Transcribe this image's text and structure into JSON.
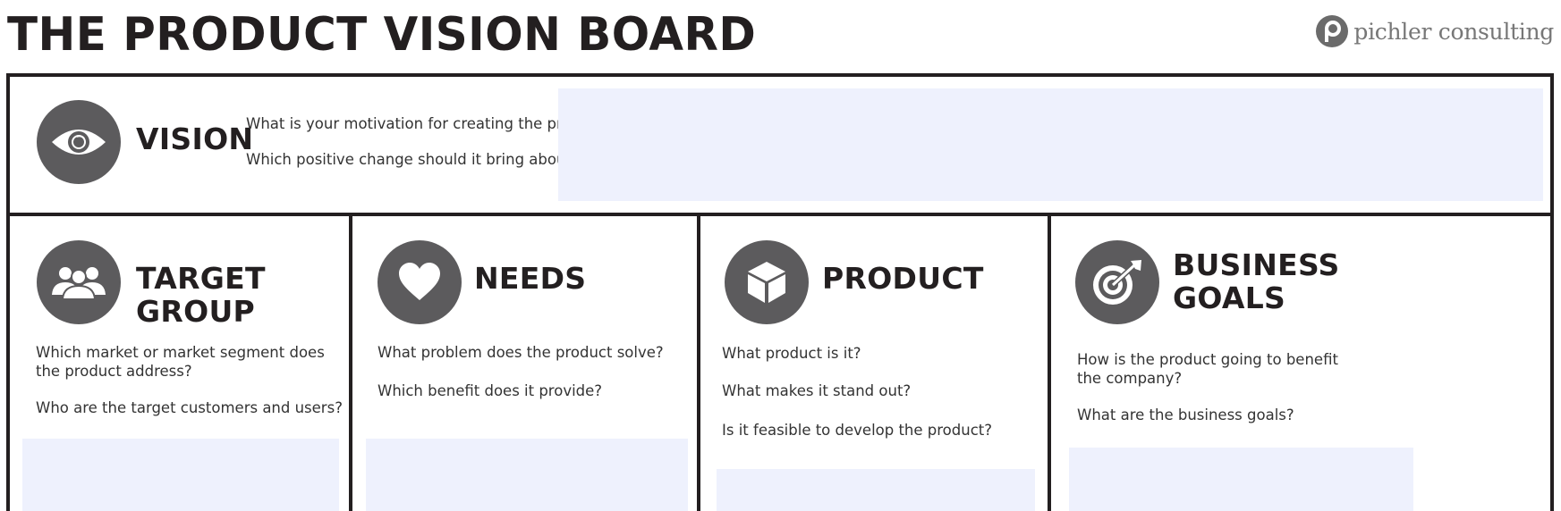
{
  "title": "THE PRODUCT VISION BOARD",
  "logo": {
    "text": "pichler consulting",
    "color": "#777777"
  },
  "colors": {
    "border": "#231f20",
    "icon_bg": "#5c5b5d",
    "answer_bg": "#eef1fd"
  },
  "vision": {
    "icon": "eye-icon",
    "title": "VISION",
    "questions": [
      "What is your motivation for creating the product?",
      "Which positive change should it bring about?"
    ]
  },
  "target_group": {
    "icon": "people-icon",
    "title": "TARGET GROUP",
    "questions": [
      "Which market or market segment does the product address?",
      "Who are the target customers and users?"
    ]
  },
  "needs": {
    "icon": "heart-icon",
    "title": "NEEDS",
    "questions": [
      "What problem does the product solve?",
      "Which benefit does it provide?"
    ]
  },
  "product": {
    "icon": "cube-icon",
    "title": "PRODUCT",
    "questions": [
      "What product is it?",
      "What makes it stand out?",
      "Is it feasible to develop the product?"
    ]
  },
  "business_goals": {
    "icon": "target-icon",
    "title_line1": "BUSINESS",
    "title_line2": "GOALS",
    "questions": [
      "How is the product going to benefit the company?",
      "What are the business goals?"
    ]
  }
}
